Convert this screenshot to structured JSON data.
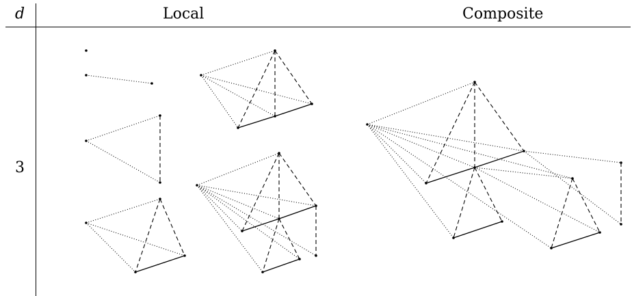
{
  "table": {
    "dimension_header": "d",
    "column_headers": {
      "local": "Local",
      "composite": "Composite"
    },
    "row_label": "3"
  },
  "edge_styles": [
    "solid",
    "dashed",
    "dotted"
  ],
  "colors": {
    "ink": "#000000",
    "background": "#ffffff"
  }
}
